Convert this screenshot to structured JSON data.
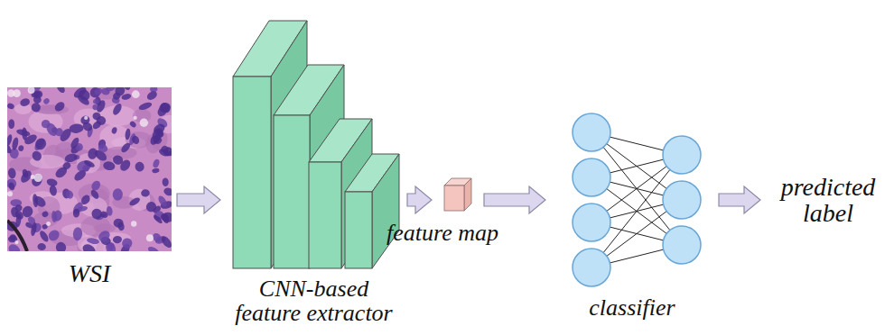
{
  "diagram": {
    "nodes": [
      {
        "text": [
          "WSI"
        ]
      },
      {
        "text": [
          "CNN-based feature extractor"
        ]
      },
      {
        "text": [
          "feature map"
        ]
      },
      {
        "text": [
          "classifier"
        ]
      },
      {
        "text": [
          "predicted label"
        ]
      }
    ],
    "edges": [
      {
        "from": 0,
        "to": 1,
        "arrow": "to"
      },
      {
        "from": 1,
        "to": 2,
        "arrow": "to"
      },
      {
        "from": 2,
        "to": 3,
        "arrow": "to"
      },
      {
        "from": 3,
        "to": 4,
        "arrow": "to"
      }
    ]
  }
}
